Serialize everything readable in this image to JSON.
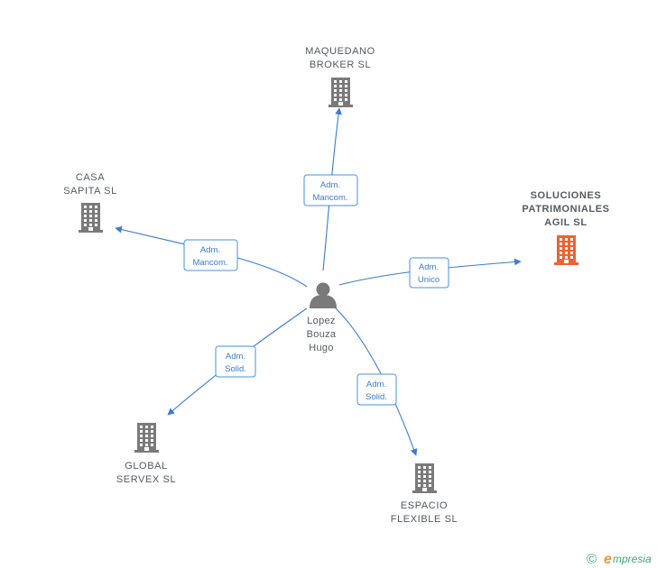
{
  "center": {
    "name_lines": [
      "Lopez",
      "Bouza",
      "Hugo"
    ],
    "icon": "person-icon"
  },
  "companies": [
    {
      "id": "maquedano",
      "lines": [
        "MAQUEDANO",
        "BROKER  SL"
      ],
      "highlight": false,
      "icon": "building-icon"
    },
    {
      "id": "casa-sapita",
      "lines": [
        "CASA",
        "SAPITA  SL"
      ],
      "highlight": false,
      "icon": "building-icon"
    },
    {
      "id": "soluciones",
      "lines": [
        "SOLUCIONES",
        "PATRIMONIALES",
        "AGIL  SL"
      ],
      "highlight": true,
      "icon": "building-icon"
    },
    {
      "id": "global-servex",
      "lines": [
        "GLOBAL",
        "SERVEX SL"
      ],
      "highlight": false,
      "icon": "building-icon"
    },
    {
      "id": "espacio-flexible",
      "lines": [
        "ESPACIO",
        "FLEXIBLE  SL"
      ],
      "highlight": false,
      "icon": "building-icon"
    }
  ],
  "relations": [
    {
      "target": "maquedano",
      "label_lines": [
        "Adm.",
        "Mancom."
      ]
    },
    {
      "target": "casa-sapita",
      "label_lines": [
        "Adm.",
        "Mancom."
      ]
    },
    {
      "target": "soluciones",
      "label_lines": [
        "Adm.",
        "Unico"
      ]
    },
    {
      "target": "global-servex",
      "label_lines": [
        "Adm.",
        "Solid."
      ]
    },
    {
      "target": "espacio-flexible",
      "label_lines": [
        "Adm.",
        "Solid."
      ]
    }
  ],
  "colors": {
    "edge": "#3a7bd5",
    "building": "#7a7a7a",
    "highlight": "#f0622e",
    "brand": "#3fa57a"
  },
  "footer": {
    "copyright": "©",
    "brand_initial": "e",
    "brand_rest": "mpresia"
  }
}
